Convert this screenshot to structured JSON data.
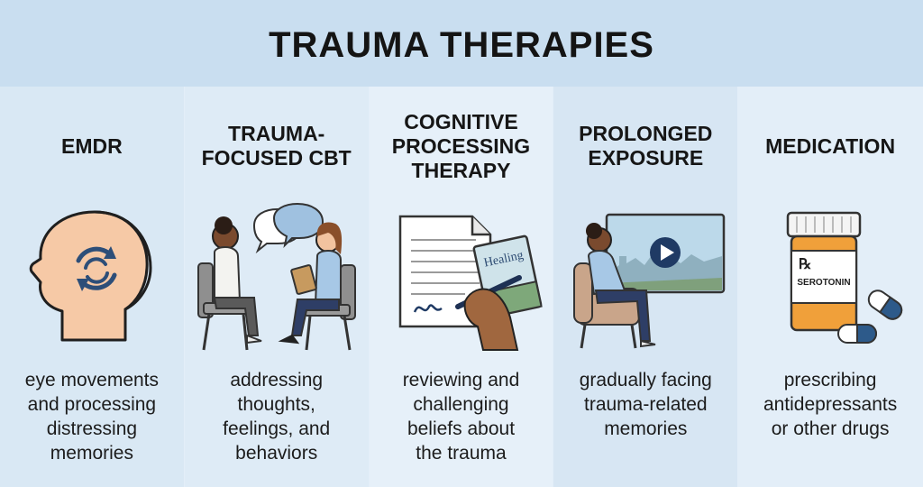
{
  "title": "TRAUMA THERAPIES",
  "columns": [
    {
      "title_lines": [
        "EMDR"
      ],
      "icon": "head-with-circular-arrows-icon",
      "desc_lines": [
        "eye movements",
        "and processing",
        "distressing",
        "memories"
      ]
    },
    {
      "title_lines": [
        "TRAUMA-",
        "FOCUSED CBT"
      ],
      "icon": "therapist-and-client-talking-icon",
      "desc_lines": [
        "addressing",
        "thoughts,",
        "feelings, and",
        "behaviors"
      ]
    },
    {
      "title_lines": [
        "COGNITIVE",
        "PROCESSING",
        "THERAPY"
      ],
      "icon": "hand-writing-on-paper-icon",
      "book_label": "Healing",
      "desc_lines": [
        "reviewing and",
        "challenging",
        "beliefs about",
        "the trauma"
      ]
    },
    {
      "title_lines": [
        "PROLONGED",
        "EXPOSURE"
      ],
      "icon": "person-watching-video-icon",
      "desc_lines": [
        "gradually facing",
        "trauma-related",
        "memories"
      ]
    },
    {
      "title_lines": [
        "MEDICATION"
      ],
      "icon": "pill-bottle-icon",
      "rx_label": "℞",
      "bottle_label": "SEROTONIN",
      "desc_lines": [
        "prescribing",
        "antidepressants",
        "or other drugs"
      ]
    }
  ],
  "colors": {
    "header_bg": "#c9def0",
    "accent_blue": "#2f4d74",
    "bottle_orange": "#f0a03a"
  }
}
